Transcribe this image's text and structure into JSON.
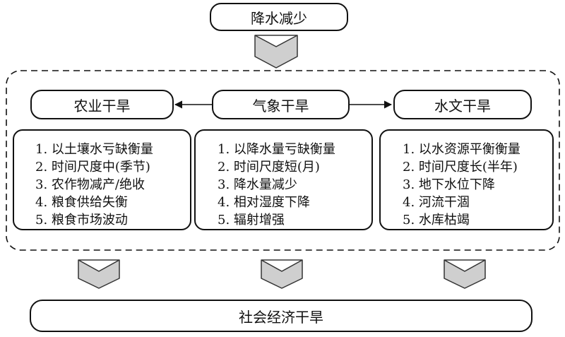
{
  "top": {
    "label": "降水减少"
  },
  "bottom": {
    "label": "社会经济干旱"
  },
  "columns": [
    {
      "title": "农业干旱",
      "items": [
        "1. 以土壤水亏缺衡量",
        "2. 时间尺度中(季节)",
        "3. 农作物减产/绝收",
        "4. 粮食供给失衡",
        "5. 粮食市场波动"
      ]
    },
    {
      "title": "气象干旱",
      "items": [
        "1. 以降水量亏缺衡量",
        "2. 时间尺度短(月)",
        "3. 降水量减少",
        "4. 相对湿度下降",
        "5. 辐射增强"
      ]
    },
    {
      "title": "水文干旱",
      "items": [
        "1. 以水资源平衡衡量",
        "2. 时间尺度长(半年)",
        "3. 地下水位下降",
        "4. 河流干涸",
        "5. 水库枯竭"
      ]
    }
  ],
  "colors": {
    "arrow_fill": "#cfcfcf",
    "line": "#111111"
  }
}
